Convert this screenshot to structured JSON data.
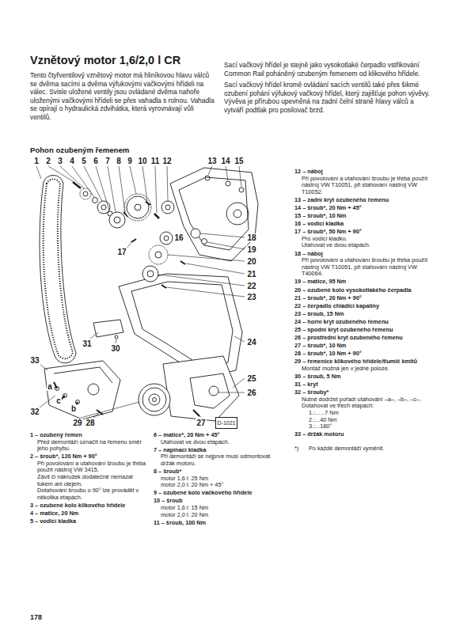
{
  "diagram": {
    "title": "Vznětový motor 1,6/2,0 l CR",
    "labels": [
      "Tento čtyřventilový vznětový motor má hliníkovou hlavu válců se dvěma sacími a dvěma výfukovými vačkovými hřídeli na válec. Svisle uložené ventily jsou ovládané dvěma nahoře uloženými vačkovými hřídeli se přes vahadla s rolnou. Vahadla se opírají o hydraulická zdvihátka, která vyrovnávají vůli ventilů.",
      "Sací vačkový hřídel je stejně jako vysokotlaké čerpadlo vstřikování Common Rail poháněný ozubeným řemenem od klikového hřídele.",
      "Sací vačkový hřídel kromě ovládání sacích ventilů také přes šikmé ozubení pohání výfukový vačkový hřídel, který zajišťuje pohon vývěvy. Vývěva je přírubou upevněná na zadní čelní straně hlavy válců a vytváří podtlak pro posilovač brzd.",
      "Pohon ozubeným řemenem",
      "1",
      "2",
      "3",
      "4",
      "5",
      "6",
      "7",
      "8",
      "9",
      "10",
      "11",
      "12",
      "13",
      "14",
      "15",
      "16",
      "17",
      "18",
      "19",
      "20",
      "21",
      "22",
      "23",
      "24",
      "25",
      "26",
      "31",
      "30",
      "33",
      "a",
      "b",
      "c",
      "32",
      "29",
      "28",
      "27",
      "D-1021",
      "1 – ozubený řemen",
      "Před demontáží označit na řemenu směr jeho pohybu.",
      "2 – šroub*, 120 Nm + 90°",
      "Při povolování a utahování šroubu je třeba použít nástroj VW 3415.",
      "Závit či nákružek dodatečně nemazat tukem ani olejem.",
      "Dotahování šroubu o 90° lze provádět v několika etapách.",
      "3 – ozubené kolo klikového hřídele",
      "4 – matice, 20 Nm",
      "5 – vodicí kladka",
      "6 – matice*, 20 Nm + 45°",
      "Utahovat ve dvou etapách.",
      "7 – napínací kladka",
      "Při demontáži se nejprve musí odmontovat držák motoru.",
      "8 – šroub*",
      "motor 1,6 l: 25 Nm",
      "motor 2,0 l: 20 Nm + 45°",
      "9 – ozubené kolo vačkového hřídele",
      "10 – šroub",
      "motor 1,6 l: 15 Nm",
      "motor 2,0 l: 20 Nm",
      "11 – šroub, 100 Nm",
      "12 – náboj",
      "Při povolování a utahování šroubu je třeba použít nástroj VW T10051, při stahování nástroj VW T10052.",
      "13 – zadní kryt ozubeného řemenu",
      "14 – šroub*, 20 Nm + 45°",
      "15 – šroub*, 10 Nm",
      "16 – vodicí kladka",
      "17 – šroub*, 50 Nm + 90°",
      "Pro vodicí kladku.",
      "Utahovat ve dvou etapách.",
      "18 – náboj",
      "Při povolování a utahování šroubu je třeba použít nástroj VW T10051, při stahování nástroj VW T40064.",
      "19 – matice, 95 Nm",
      "20 – ozubené kolo vysokotlakého čerpadla",
      "21 – šroub*, 20 Nm + 90°",
      "22 – čerpadlo chladicí kapaliny",
      "23 – šroub, 15 Nm",
      "24 – horní kryt ozubeného řemenu",
      "25 – spodní kryt ozubeného řemenu",
      "26 – prostřední kryt ozubeného řemenu",
      "27 – šroub*, 10 Nm",
      "28 – šroub*, 10 Nm + 90°",
      "29 – řemenice klikového hřídele/tlumič kmitů",
      "Montáž možná jen v jedné poloze.",
      "30 – šroub, 5 Nm",
      "31 – kryt",
      "32 – šrouby*",
      "Nutné dodržet pořadí utahování –a–, –b–, –c–.",
      "Dotahovat ve třech etapách:",
      "1.:......7 Nm",
      "2.:...40 Nm",
      "3.:...180°",
      "33 – držák motoru",
      "*)",
      "Po každé demontáži vyměnit.",
      "178"
    ]
  }
}
